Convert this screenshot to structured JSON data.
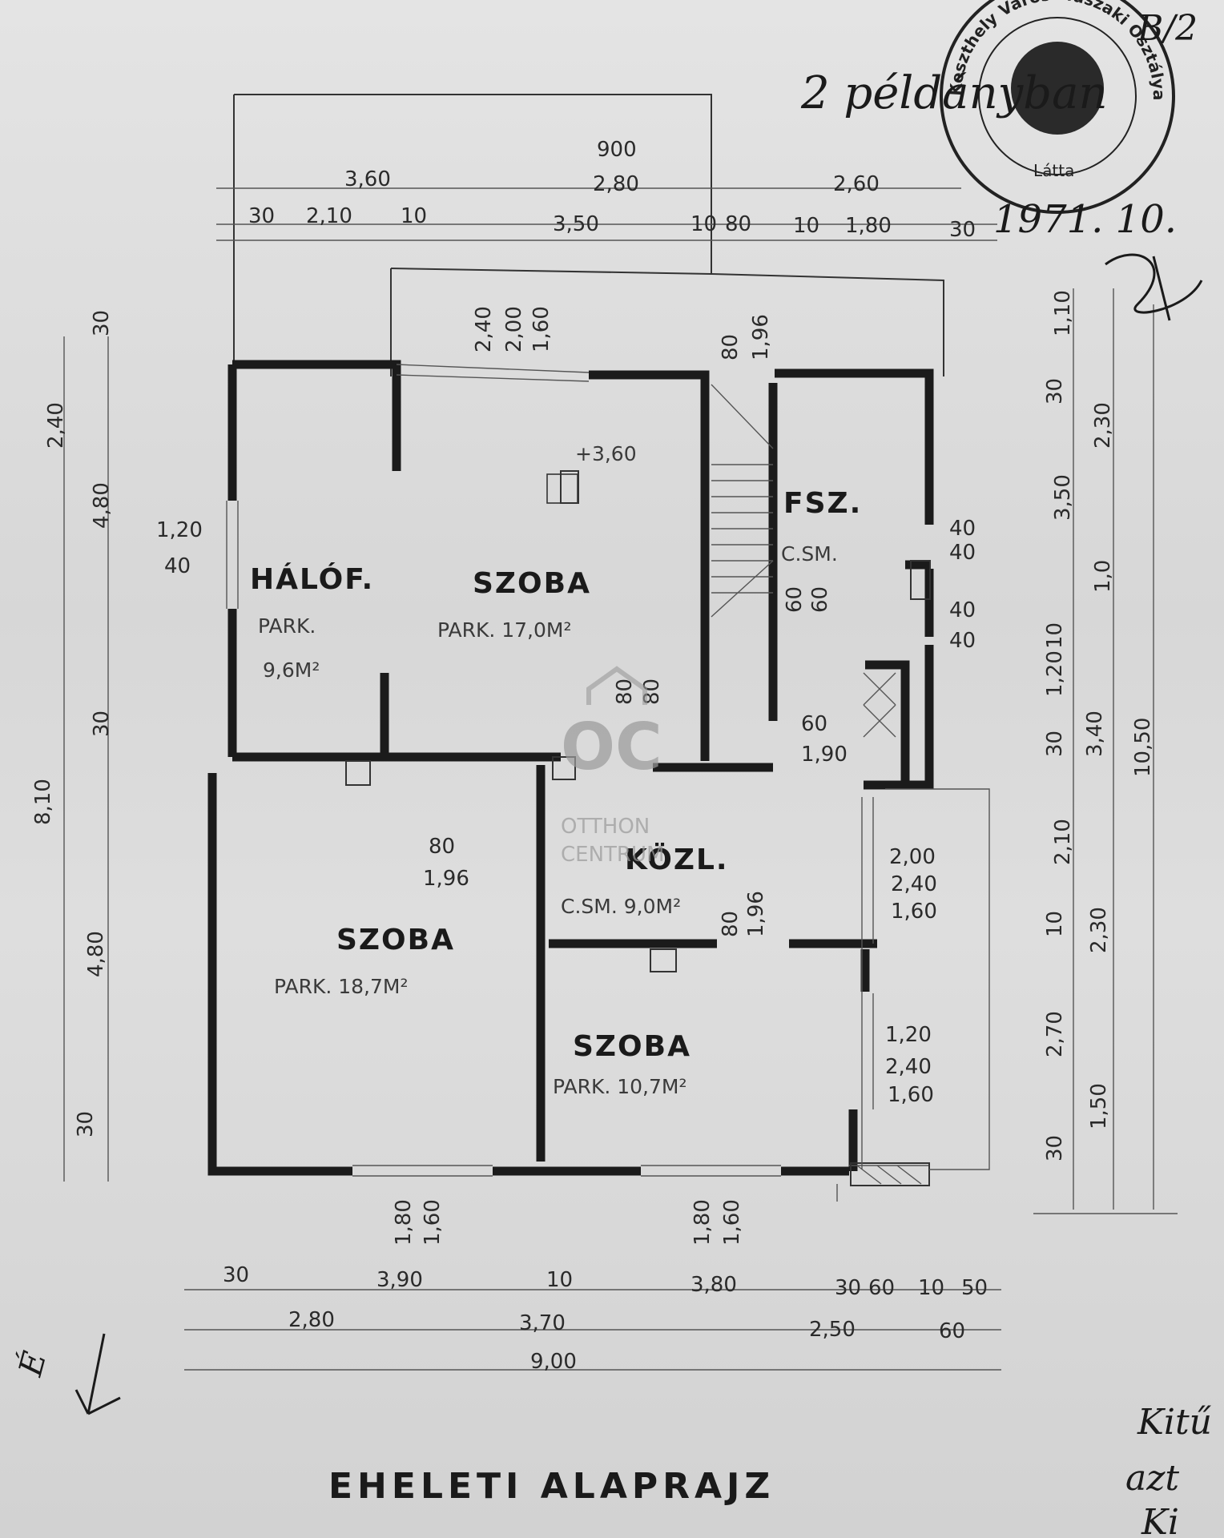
{
  "title": "EHELETI ALAPRAJZ",
  "rooms": {
    "halof": {
      "name": "HÁLÓF.",
      "floor": "PARK.",
      "area": "9,6M²"
    },
    "szoba1": {
      "name": "SZOBA",
      "area": "PARK. 17,0M²"
    },
    "fsz": {
      "name": "FSZ."
    },
    "csm": {
      "label": "C.SM."
    },
    "kozl": {
      "name": "KÖZL.",
      "area": "C.SM. 9,0M²"
    },
    "szoba2": {
      "name": "SZOBA",
      "area": "PARK. 18,7M²"
    },
    "szoba3": {
      "name": "SZOBA",
      "area": "PARK. 10,7M²"
    }
  },
  "level": "+3,60",
  "dims_top": {
    "overall": "900",
    "row1": [
      "3,60",
      "2,80",
      "2,60"
    ],
    "row2": [
      "30",
      "2,10",
      "10",
      "3,50",
      "10",
      "80",
      "10",
      "1,80",
      "30"
    ],
    "balcony": [
      "2,40",
      "2,00",
      "1,60"
    ],
    "stair": [
      "80",
      "1,96"
    ]
  },
  "dims_left": [
    "30",
    "2,40",
    "4,80",
    "1,20",
    "40",
    "8,10",
    "30",
    "4,80",
    "30"
  ],
  "dims_right_inner": [
    "1,10",
    "30",
    "2,30",
    "3,50",
    "1,0",
    "10",
    "1,20",
    "3,40",
    "10,50",
    "30",
    "10",
    "2,10",
    "2,30",
    "2,70",
    "1,50",
    "30"
  ],
  "dims_windows_east": [
    "40",
    "40",
    "40",
    "40"
  ],
  "dims_misc": [
    "60",
    "1,90",
    "60",
    "60",
    "80",
    "1,96",
    "80",
    "1,96",
    "2,00",
    "2,40",
    "1,60",
    "1,20",
    "2,40",
    "1,60",
    "80",
    "80",
    "1,80",
    "1,60",
    "1,80",
    "1,60"
  ],
  "dims_bottom": {
    "row1": [
      "30",
      "3,90",
      "10",
      "3,80",
      "30",
      "60",
      "10",
      "50"
    ],
    "row2": [
      "2,80",
      "3,70",
      "2,50",
      "60"
    ],
    "overall": "9,00"
  },
  "stamp": {
    "ring": "Keszthely Város Műszaki Osztálya",
    "center": "Látta"
  },
  "handwriting": {
    "top_right": "B/2",
    "note": "2 példányban",
    "date": "1971. 10.",
    "bottom_right_1": "Kitű",
    "bottom_right_2": "azt",
    "bottom_right_3": "Ki",
    "north": "É"
  },
  "watermark": {
    "logo": "OC",
    "line1": "OTTHON",
    "line2": "CENTRUM"
  }
}
